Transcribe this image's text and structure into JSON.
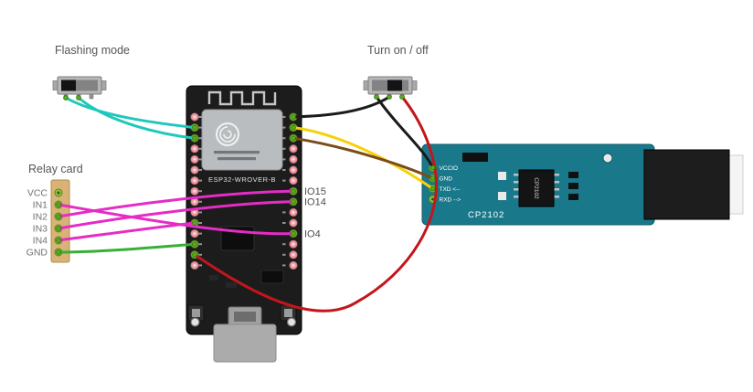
{
  "diagram": {
    "background": "#ffffff",
    "annotations": {
      "flashing_mode": "Flashing mode",
      "turn_on_off": "Turn on / off",
      "relay_card_title": "Relay card",
      "gpio_labels": [
        "IO15",
        "IO14",
        "IO4"
      ]
    },
    "relay_card": {
      "pin_labels": [
        "VCC",
        "IN1",
        "IN2",
        "IN3",
        "IN4",
        "GND"
      ],
      "board_color": "#d9b376"
    },
    "esp32": {
      "module_label": "ESP32-WROVER-B",
      "pcb_color": "#1c1c1c",
      "shield_color": "#b9bdc0"
    },
    "cp2102": {
      "board_label": "CP2102",
      "chip_label": "CP2102",
      "pin_labels": [
        "VCCIO",
        "GND",
        "TXD <--",
        "RXD -->"
      ],
      "pcb_color": "#19798b",
      "usb_color": "#1d1d1d"
    },
    "wires": {
      "flash_1": {
        "color": "#1fc8bd",
        "from": "flashing-switch-pin-left",
        "to": "esp32-left-header"
      },
      "flash_2": {
        "color": "#1fc8bd",
        "from": "flashing-switch-pin-middle",
        "to": "esp32-left-header"
      },
      "onoff_black_a": {
        "color": "#1b1b1b",
        "from": "onoff-switch-pin-middle",
        "to": "esp32-right-header-top"
      },
      "onoff_black_b": {
        "color": "#1b1b1b",
        "from": "onoff-switch-pin-left",
        "to": "cp2102-vccio"
      },
      "onoff_red": {
        "color": "#c3161c",
        "from": "onoff-switch-pin-right",
        "to": "esp32-left-header-bottom"
      },
      "serial_yellow": {
        "color": "#f6d10a",
        "from": "esp32-right-header",
        "to": "cp2102-txd"
      },
      "serial_brown": {
        "color": "#7a4c17",
        "from": "esp32-right-header",
        "to": "cp2102-gnd"
      },
      "relay_in1": {
        "color": "#e52cc5",
        "from": "relay-in1",
        "to": "esp32-io4"
      },
      "relay_in2": {
        "color": "#e52cc5",
        "from": "relay-in2",
        "to": "esp32-io15"
      },
      "relay_in3": {
        "color": "#e52cc5",
        "from": "relay-in3",
        "to": "esp32-io14"
      },
      "relay_in4": {
        "color": "#e52cc5",
        "from": "relay-in4",
        "to": "esp32-left-header"
      },
      "relay_gnd": {
        "color": "#3aaf35",
        "from": "relay-gnd",
        "to": "esp32-left-header"
      }
    }
  }
}
